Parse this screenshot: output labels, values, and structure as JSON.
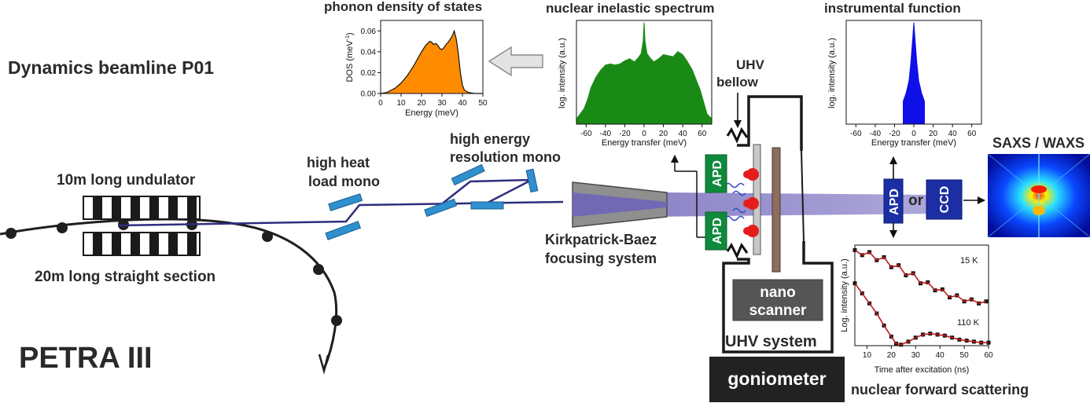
{
  "labels": {
    "beamline_title": "Dynamics beamline P01",
    "facility": "PETRA III",
    "undulator": "10m long undulator",
    "straight_section": "20m long straight section",
    "hhl_mono_line1": "high heat",
    "hhl_mono_line2": "load mono",
    "her_mono_line1": "high energy",
    "her_mono_line2": "resolution mono",
    "kb_line1": "Kirkpatrick-Baez",
    "kb_line2": "focusing system",
    "uhv_bellow_line1": "UHV",
    "uhv_bellow_line2": "bellow",
    "apd_top": "APD",
    "apd_bottom": "APD",
    "apd_right": "APD",
    "or_text": "or",
    "ccd": "CCD",
    "saxs_waxs": "SAXS / WAXS",
    "nano_line1": "nano",
    "nano_line2": "scanner",
    "uhv_system": "UHV system",
    "goniometer": "goniometer",
    "nfs_title": "nuclear forward scattering"
  },
  "colors": {
    "beam": "#2e2d7e",
    "mirror": "#2f8fcf",
    "apd_green": "#0f8a3c",
    "detector_blue": "#1c2ea3",
    "dos_fill": "#ff8c00",
    "nis_fill": "#1a8a16",
    "instr_fill": "#0f0fe8",
    "fit_red": "#c11b1b"
  },
  "chart_data": [
    {
      "type": "area",
      "title": "phonon density of states",
      "xlabel": "Energy (meV)",
      "ylabel": "DOS (meV",
      "ylabel_sup": "-1",
      "ylabel_close": ")",
      "xlim": [
        0,
        50
      ],
      "ylim": [
        0,
        0.07
      ],
      "xticks": [
        0,
        10,
        20,
        30,
        40,
        50
      ],
      "yticks": [
        0.0,
        0.02,
        0.04,
        0.06
      ],
      "ytick_labels": [
        "0.00",
        "0.02",
        "0.04",
        "0.06"
      ],
      "x": [
        0,
        3,
        5,
        7,
        10,
        13,
        16,
        18,
        20,
        22,
        24,
        25,
        26,
        27,
        28,
        29,
        30,
        31,
        32,
        33,
        34,
        35,
        36,
        37,
        38,
        39,
        40,
        41,
        43,
        46,
        50
      ],
      "y": [
        0,
        0.001,
        0.003,
        0.005,
        0.01,
        0.017,
        0.026,
        0.033,
        0.04,
        0.046,
        0.05,
        0.049,
        0.047,
        0.048,
        0.046,
        0.043,
        0.042,
        0.044,
        0.047,
        0.049,
        0.052,
        0.055,
        0.06,
        0.052,
        0.038,
        0.02,
        0.008,
        0.003,
        0.001,
        0,
        0
      ]
    },
    {
      "type": "area",
      "title": "nuclear inelastic spectrum",
      "xlabel": "Energy transfer (meV)",
      "ylabel": "log. intensity (a.u.)",
      "xlim": [
        -70,
        70
      ],
      "xticks": [
        -60,
        -40,
        -20,
        0,
        20,
        40,
        60
      ],
      "x": [
        -70,
        -62,
        -58,
        -55,
        -50,
        -45,
        -40,
        -35,
        -30,
        -25,
        -20,
        -15,
        -10,
        -6,
        -3,
        -1,
        0,
        1,
        3,
        6,
        10,
        15,
        20,
        25,
        30,
        35,
        40,
        45,
        50,
        55,
        58,
        62,
        65,
        70
      ],
      "y": [
        0.05,
        0.15,
        0.25,
        0.35,
        0.45,
        0.52,
        0.57,
        0.58,
        0.57,
        0.58,
        0.61,
        0.63,
        0.6,
        0.64,
        0.68,
        0.8,
        0.98,
        0.8,
        0.68,
        0.64,
        0.6,
        0.63,
        0.67,
        0.66,
        0.65,
        0.7,
        0.67,
        0.6,
        0.52,
        0.4,
        0.33,
        0.2,
        0.1,
        0.05
      ]
    },
    {
      "type": "area",
      "title": "instrumental function",
      "xlabel": "Energy transfer (meV)",
      "ylabel": "log. intensity (a.u.)",
      "xlim": [
        -70,
        70
      ],
      "xticks": [
        -60,
        -40,
        -20,
        0,
        20,
        40,
        60
      ],
      "x": [
        -11,
        -11,
        -8,
        -5,
        -3,
        -1,
        0,
        1,
        3,
        5,
        8,
        11,
        11
      ],
      "y": [
        0,
        0.22,
        0.3,
        0.42,
        0.6,
        0.85,
        0.98,
        0.85,
        0.6,
        0.42,
        0.3,
        0.22,
        0
      ]
    },
    {
      "type": "scatter",
      "title": "nuclear forward scattering",
      "xlabel": "Time after excitation (ns)",
      "ylabel": "Log. intensity (a.u.)",
      "xlim": [
        5,
        60
      ],
      "xticks": [
        10,
        20,
        30,
        40,
        50,
        60
      ],
      "series": [
        {
          "name": "15 K",
          "x": [
            5,
            8,
            11,
            14,
            17,
            20,
            23,
            26,
            29,
            32,
            35,
            38,
            41,
            44,
            47,
            50,
            53,
            56,
            59
          ],
          "y": [
            0.95,
            0.9,
            0.93,
            0.85,
            0.88,
            0.78,
            0.8,
            0.7,
            0.72,
            0.62,
            0.63,
            0.55,
            0.56,
            0.48,
            0.5,
            0.44,
            0.46,
            0.42,
            0.44
          ]
        },
        {
          "name": "110 K",
          "x": [
            5,
            8,
            11,
            14,
            17,
            20,
            22,
            24,
            27,
            30,
            33,
            36,
            39,
            42,
            45,
            48,
            51,
            54,
            57,
            60
          ],
          "y": [
            0.62,
            0.52,
            0.42,
            0.32,
            0.2,
            0.09,
            0.02,
            0.01,
            0.04,
            0.08,
            0.11,
            0.12,
            0.11,
            0.1,
            0.08,
            0.06,
            0.05,
            0.04,
            0.03,
            0.03
          ]
        }
      ]
    }
  ]
}
